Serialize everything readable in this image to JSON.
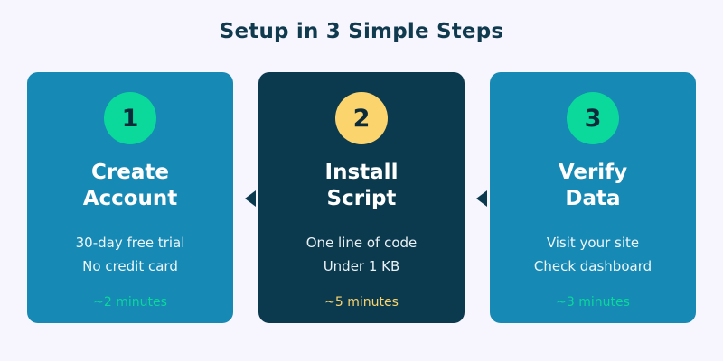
{
  "header": {
    "title": "Setup in 3 Simple Steps"
  },
  "colors": {
    "background": "#f7f5fd",
    "title_text": "#103a4e",
    "card_normal": "#1689b4",
    "card_highlight": "#0b3a4f",
    "badge_green": "#0bd89b",
    "badge_amber": "#fbd46d",
    "time_green": "#0bd89b",
    "time_amber": "#fbd46d",
    "card_text": "#ffffff"
  },
  "steps": [
    {
      "number": "1",
      "title_line1": "Create",
      "title_line2": "Account",
      "detail1": "30-day free trial",
      "detail2": "No credit card",
      "time": "~2 minutes",
      "badge_color": "green",
      "state": "normal"
    },
    {
      "number": "2",
      "title_line1": "Install",
      "title_line2": "Script",
      "detail1": "One line of code",
      "detail2": "Under 1 KB",
      "time": "~5 minutes",
      "badge_color": "amber",
      "state": "highlight"
    },
    {
      "number": "3",
      "title_line1": "Verify",
      "title_line2": "Data",
      "detail1": "Visit your site",
      "detail2": "Check dashboard",
      "time": "~3 minutes",
      "badge_color": "green",
      "state": "normal"
    }
  ]
}
